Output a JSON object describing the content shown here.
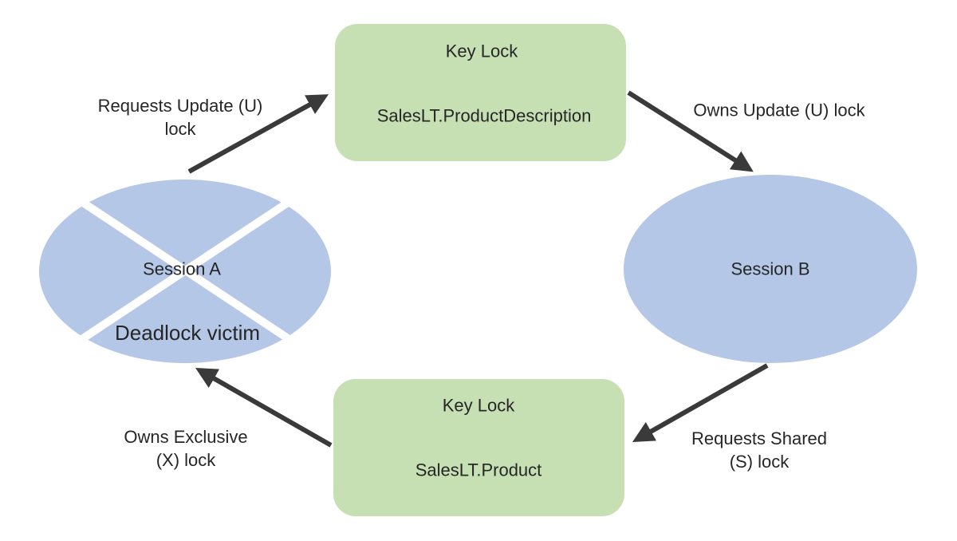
{
  "diagram": {
    "title": "deadlock-cycle",
    "colors": {
      "lock_node_fill": "#c6e0b4",
      "session_node_fill": "#b4c7e7",
      "arrow": "#3a3a3a",
      "text": "#262626",
      "victim_cross": "#ffffff",
      "background": "#ffffff"
    },
    "nodes": {
      "lock_top": {
        "title": "Key Lock",
        "resource": "SalesLT.ProductDescription"
      },
      "lock_bottom": {
        "title": "Key Lock",
        "resource": "SalesLT.Product"
      },
      "session_a": {
        "label": "Session A",
        "status": "Deadlock victim"
      },
      "session_b": {
        "label": "Session B"
      }
    },
    "edges": {
      "a_to_top": {
        "lines": [
          "Requests Update (U)",
          "lock"
        ]
      },
      "top_to_b": {
        "lines": [
          "Owns Update (U) lock"
        ]
      },
      "b_to_bottom": {
        "lines": [
          "Requests Shared",
          "(S) lock"
        ]
      },
      "bottom_to_a": {
        "lines": [
          "Owns Exclusive",
          "(X) lock"
        ]
      }
    }
  }
}
